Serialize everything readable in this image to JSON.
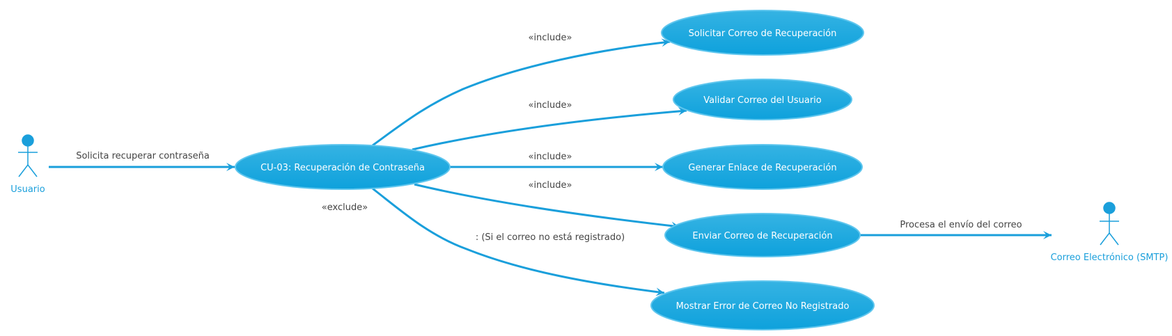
{
  "colors": {
    "accent": "#1a9fdb",
    "ellipse_fill_top": "#35b3e3",
    "ellipse_fill_bottom": "#0ea1dc",
    "ellipse_stroke": "#5fc6ee",
    "edge_label_text": "#444444",
    "actor_label_text": "#1a9fdb"
  },
  "actors": {
    "usuario": {
      "label": "Usuario",
      "icon": "stick-figure-icon"
    },
    "smtp": {
      "label": "Correo Electrónico (SMTP)",
      "icon": "stick-figure-icon"
    }
  },
  "use_cases": {
    "main": "CU-03: Recuperación de Contraseña",
    "solicitar": "Solicitar Correo de Recuperación",
    "validar": "Validar Correo del Usuario",
    "generar": "Generar Enlace de Recuperación",
    "enviar": "Enviar Correo de Recuperación",
    "error": "Mostrar Error de Correo No Registrado"
  },
  "edges": {
    "usuario_main": "Solicita recuperar contraseña",
    "include_1": "«include»",
    "include_2": "«include»",
    "include_3": "«include»",
    "include_4": "«include»",
    "exclude": "«exclude»",
    "exclude_condition": ": (Si el correo no está registrado)",
    "enviar_smtp": "Procesa el envío del correo"
  }
}
